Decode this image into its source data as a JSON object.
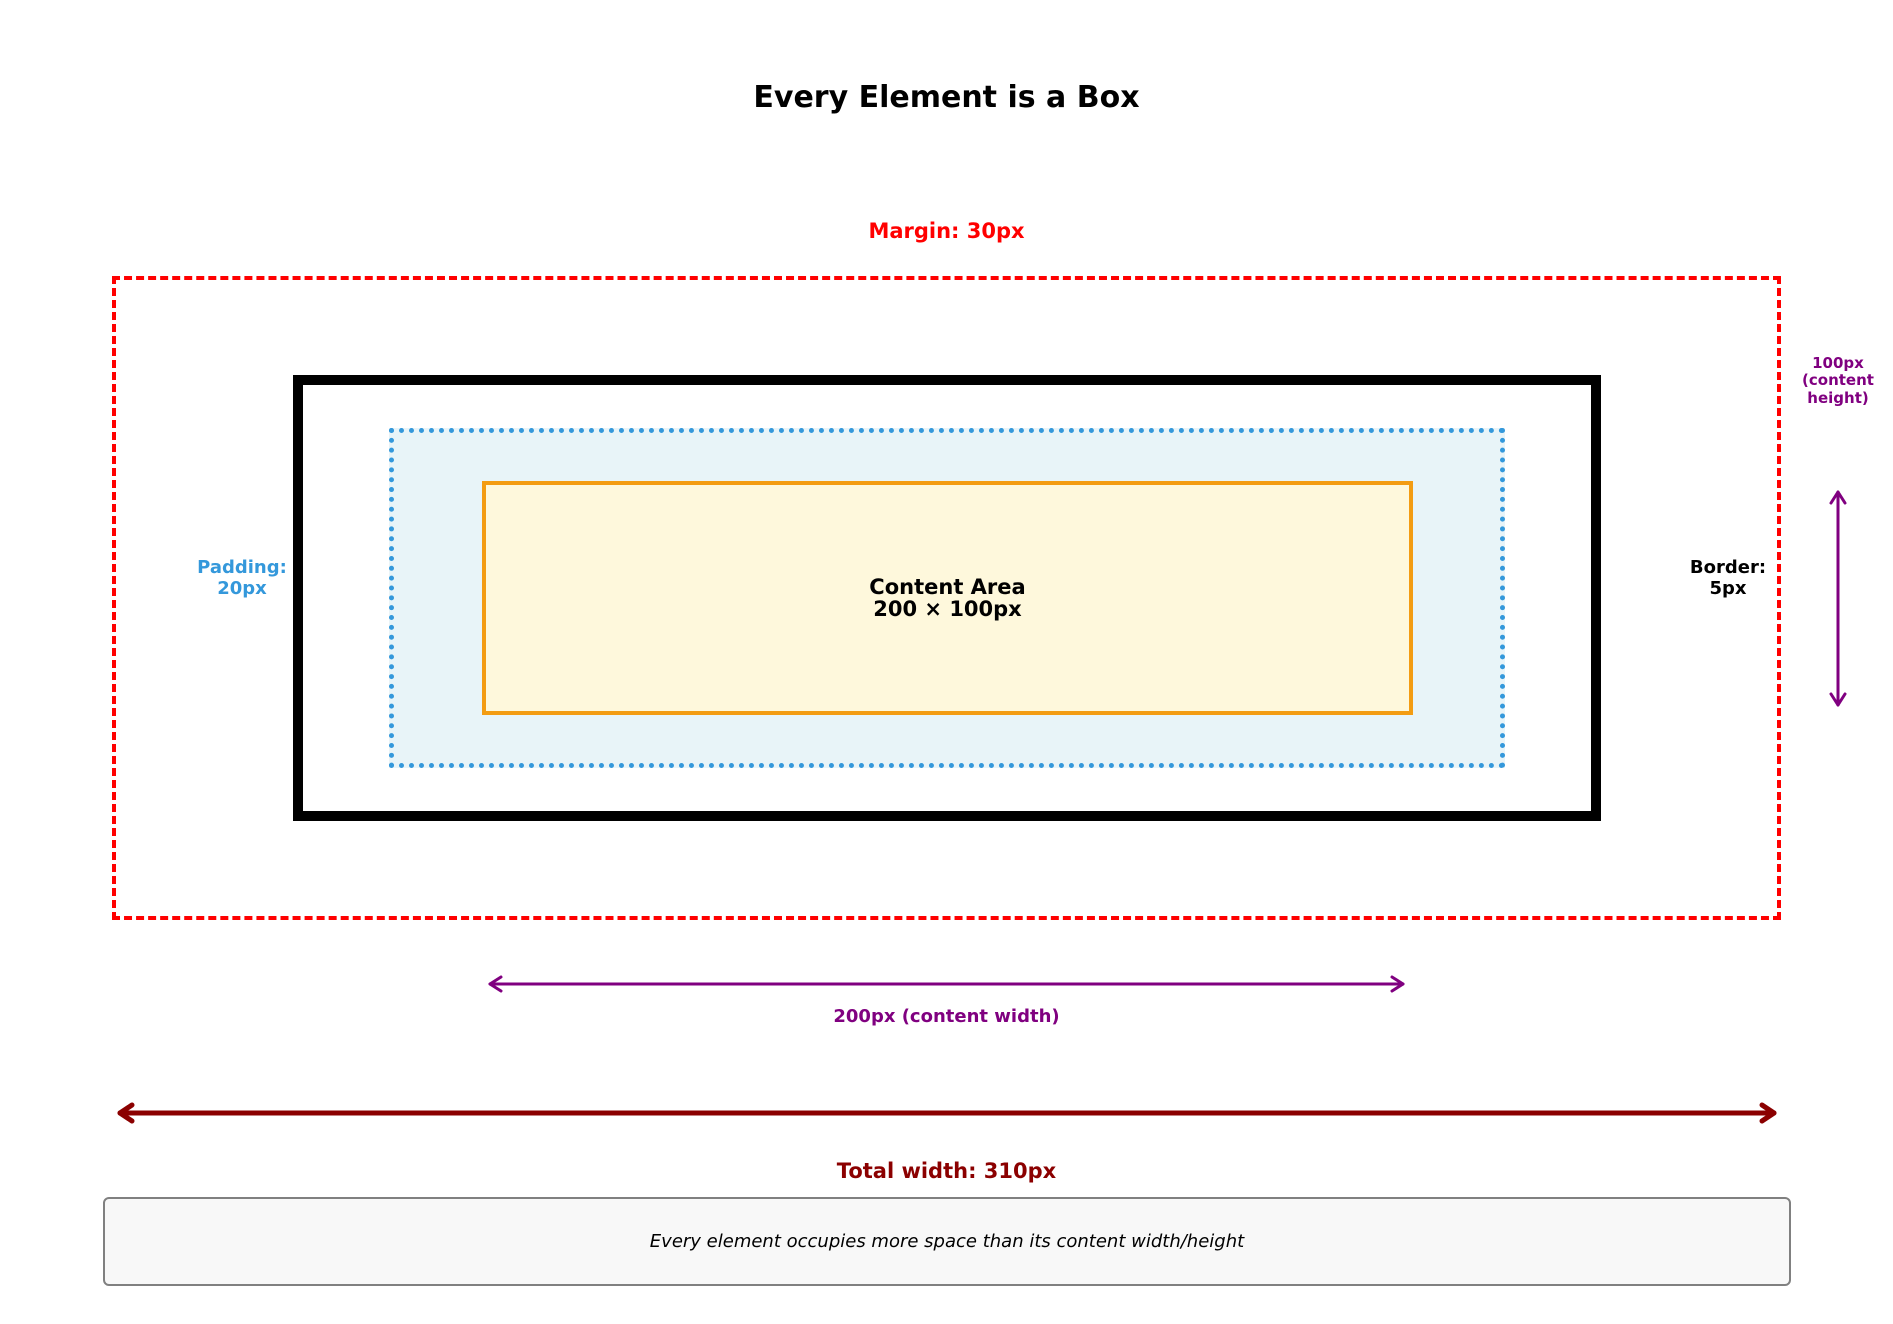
{
  "title": "Every Element is a Box",
  "labels": {
    "margin": "Margin: 30px",
    "padding_line1": "Padding:",
    "padding_line2": "20px",
    "border_line1": "Border:",
    "border_line2": "5px",
    "content_line1": "Content Area",
    "content_line2": "200 × 100px",
    "height_line1": "100px",
    "height_line2": "(content",
    "height_line3": "height)",
    "content_width": "200px (content width)",
    "total_width": "Total width: 310px",
    "note": "Every element occupies more space than its content width/height"
  },
  "colors": {
    "margin": "#ff0000",
    "border": "#000000",
    "padding": "#3498db",
    "padding_fill": "#e8f4f8",
    "content": "#f39c12",
    "content_fill": "#fef8dc",
    "dimension": "#800080",
    "total": "#8b0000"
  }
}
